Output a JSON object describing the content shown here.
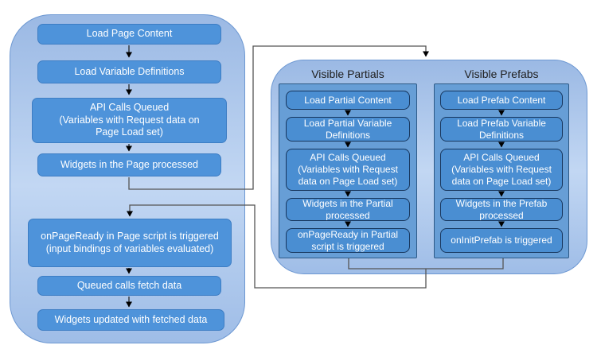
{
  "left_flow": {
    "steps": [
      [
        "Load Page Content"
      ],
      [
        "Load Variable Definitions"
      ],
      [
        "API Calls Queued",
        "(Variables with Request data on",
        "Page Load set)"
      ],
      [
        "Widgets in the Page processed"
      ],
      [
        "onPageReady in Page script is triggered",
        "(input bindings of variables evaluated)"
      ],
      [
        "Queued calls fetch data"
      ],
      [
        "Widgets updated with fetched data"
      ]
    ]
  },
  "partials": {
    "title": "Visible Partials",
    "steps": [
      [
        "Load Partial Content"
      ],
      [
        "Load Partial Variable",
        "Definitions"
      ],
      [
        "API Calls Queued",
        "(Variables with Request",
        "data on Page Load set)"
      ],
      [
        "Widgets in the Partial",
        "processed"
      ],
      [
        "onPageReady in Partial",
        "script is triggered"
      ]
    ]
  },
  "prefabs": {
    "title": "Visible Prefabs",
    "steps": [
      [
        "Load Prefab Content"
      ],
      [
        "Load Prefab Variable",
        "Definitions"
      ],
      [
        "API Calls Queued",
        "(Variables with Request",
        "data on Page Load set)"
      ],
      [
        "Widgets in the Prefab",
        "processed"
      ],
      [
        "onInitPrefab is triggered"
      ]
    ]
  },
  "colors": {
    "container_fill_light": "#c2d7f3",
    "container_fill_dark": "#9bb9e4",
    "container_border": "#6d98d2",
    "inner_panel_fill": "#679ed6",
    "inner_panel_border": "#2d5986",
    "step_box_fill": "#4a8ed2",
    "step_box_border_left_flow": "#3d7dc4",
    "step_box_border_inner": "#17365d",
    "step_text": "#ffffff",
    "heading_text": "#1f1f1f",
    "connector_line": "#555555",
    "arrowhead": "#000000"
  }
}
